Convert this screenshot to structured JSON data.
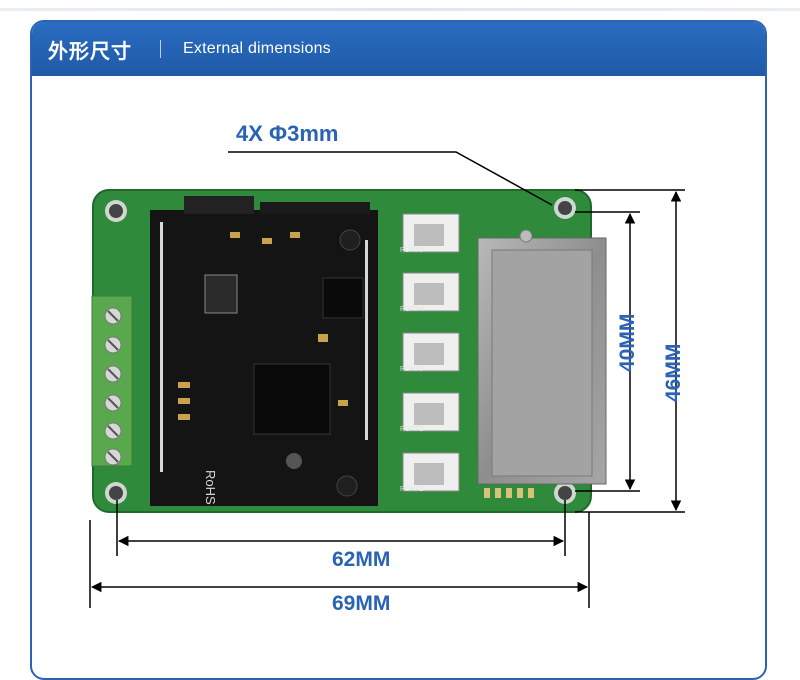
{
  "header": {
    "title_zh": "外形尺寸",
    "title_en": "External dimensions"
  },
  "dimensions": {
    "hole_label": "4X Φ3mm",
    "height_inner": "40MM",
    "height_outer": "46MM",
    "width_inner": "62MM",
    "width_outer": "69MM"
  },
  "board": {
    "silkscreen_rohs": "RoHS",
    "port_labels": [
      "PORT5",
      "PORT4",
      "PORT3",
      "PORT2",
      "PORT1"
    ]
  },
  "colors": {
    "accent": "#2a63b3",
    "pcb": "#2f8a3c",
    "module": "#141414",
    "terminal": "#5aa84e"
  }
}
